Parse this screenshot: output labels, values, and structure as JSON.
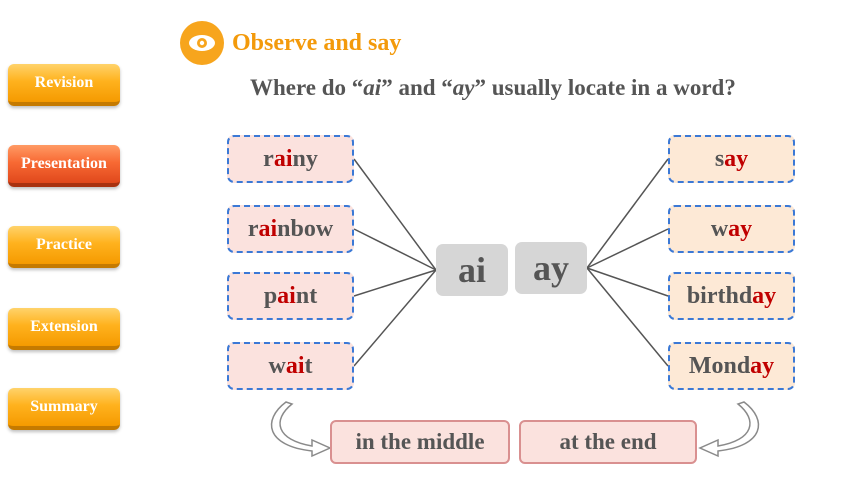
{
  "nav": {
    "revision": "Revision",
    "presentation": "Presentation",
    "practice": "Practice",
    "extension": "Extension",
    "summary": "Summary"
  },
  "heading": {
    "title": "Observe and say"
  },
  "question": {
    "part1": "Where do “",
    "ai": "ai",
    "part2": "” and “",
    "ay": "ay",
    "part3": "” usually locate in a word?"
  },
  "left_words": [
    {
      "pre": "r",
      "hl": "ai",
      "post": "ny"
    },
    {
      "pre": "r",
      "hl": "ai",
      "post": "nbow"
    },
    {
      "pre": "p",
      "hl": "ai",
      "post": "nt"
    },
    {
      "pre": "w",
      "hl": "ai",
      "post": "t"
    }
  ],
  "right_words": [
    {
      "pre": "s",
      "hl": "ay",
      "post": ""
    },
    {
      "pre": "w",
      "hl": "ay",
      "post": ""
    },
    {
      "pre": "birthd",
      "hl": "ay",
      "post": ""
    },
    {
      "pre": "Mond",
      "hl": "ay",
      "post": ""
    }
  ],
  "center": {
    "ai": "ai",
    "ay": "ay"
  },
  "positions": {
    "middle": "in the middle",
    "end": "at the end"
  },
  "colors": {
    "highlight": "#c00000",
    "nav_orange": "#ffb21e",
    "nav_active": "#f86a34",
    "dashed_border": "#3b79d6"
  }
}
